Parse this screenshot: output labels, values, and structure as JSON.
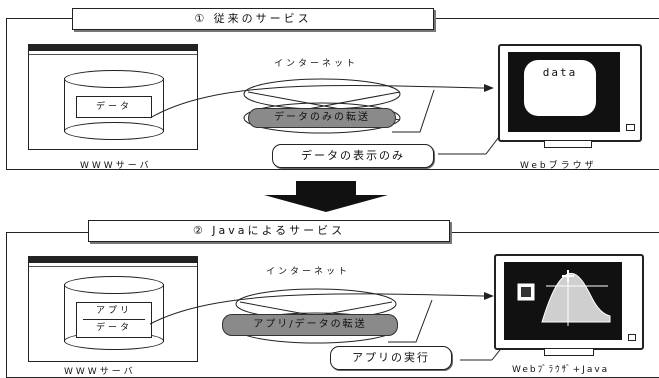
{
  "section1": {
    "title": "① 従来のサービス",
    "internet_label": "インターネット",
    "db_label": "データ",
    "transfer_label": "データのみの転送",
    "display_label": "データの表示のみ",
    "browser_screen_text": "data",
    "server_caption": "WWWサーバ",
    "browser_caption": "Webブラウザ"
  },
  "section2": {
    "title": "② Javaによるサービス",
    "internet_label": "インターネット",
    "db_label_line1": "アプリ",
    "db_label_line2": "データ",
    "transfer_label": "アプリ/データの転送",
    "exec_label": "アプリの実行",
    "server_caption": "WWWサーバ",
    "browser_caption": "Webﾌﾞﾗｳｻﾞ+Java"
  }
}
